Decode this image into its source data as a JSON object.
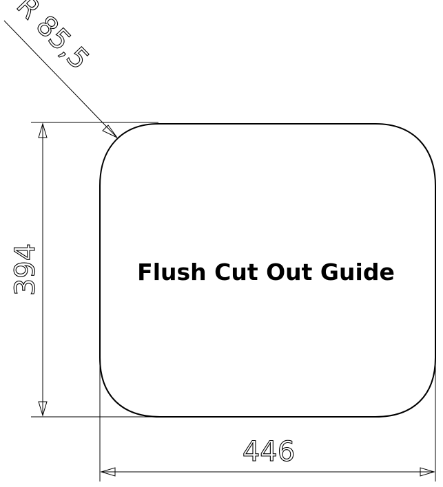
{
  "title": "Flush Cut Out Guide",
  "dimensions": {
    "radius": "R 85,5",
    "height": "394",
    "width": "446"
  }
}
